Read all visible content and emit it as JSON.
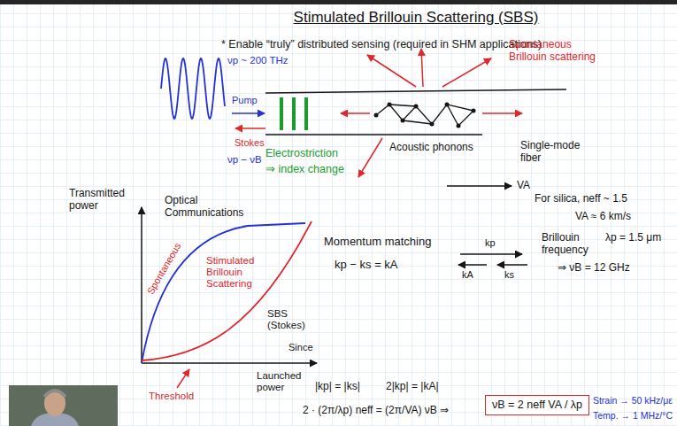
{
  "diagram": {
    "title": "Stimulated Brillouin Scattering (SBS)",
    "nodes": [
      {
        "text": [
          "νB = 2 neff VA / λp"
        ]
      }
    ],
    "labels": [
      "* Enable “truly” distributed sensing (required in SHM applications)",
      "νp ~ 200 THz",
      "Pump",
      "Stokes",
      "νp − νB",
      "Electrostriction",
      "⇒ index change",
      "Spontaneous Brillouin scattering",
      "Acoustic phonons",
      "Single-mode fiber",
      "VA",
      "Transmitted power",
      "Optical Communications",
      "Spontaneous",
      "Stimulated Brillouin Scattering",
      "SBS (Stokes)",
      "Threshold",
      "Launched power",
      "Momentum matching",
      "kp − ks = kA",
      "kp",
      "kA",
      "ks",
      "For silica, neff ~ 1.5",
      "VA ≈ 6 km/s",
      "Brillouin frequency",
      "λp = 1.5 μm",
      "⇒ νB = 12 GHz",
      "Since",
      "|kp| = |ks|",
      "2|kp| = |kA|",
      "2 · (2π/λp) neff = (2π/VA) νB ⇒",
      "Strain → 50 kHz/με",
      "Temp. → 1 MHz/°C"
    ]
  }
}
